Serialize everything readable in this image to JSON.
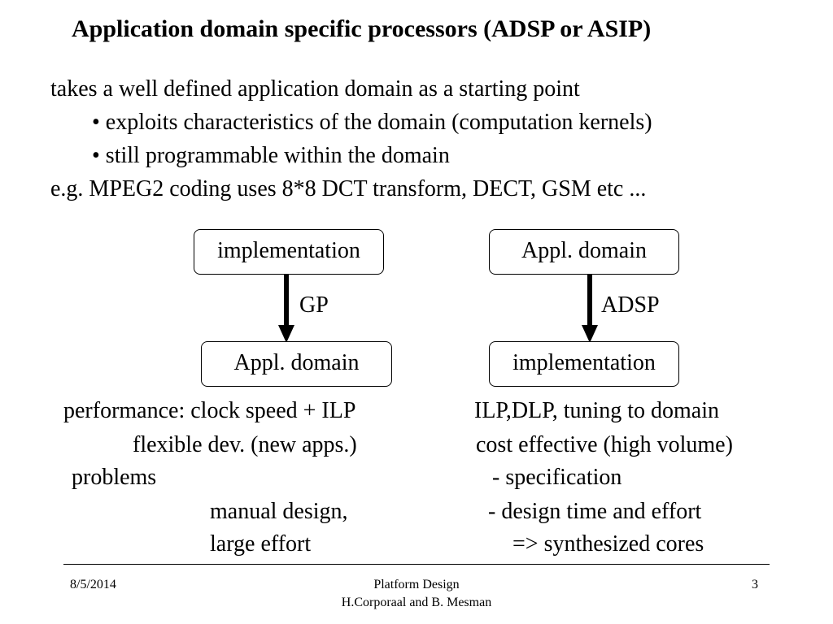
{
  "slide": {
    "title": "Application domain specific processors (ADSP or ASIP)",
    "intro": {
      "line1": "takes a well defined application domain as a starting point",
      "bullet1": "• exploits characteristics of the domain (computation kernels)",
      "bullet2": "• still programmable within the domain",
      "example": "e.g. MPEG2 coding uses 8*8 DCT transform, DECT, GSM etc ..."
    },
    "left_diagram": {
      "top_box": "implementation",
      "arrow_label": "GP",
      "bottom_box": "Appl. domain"
    },
    "right_diagram": {
      "top_box": "Appl. domain",
      "arrow_label": "ADSP",
      "bottom_box": "implementation"
    },
    "left_column": {
      "line1": "performance: clock speed + ILP",
      "line2": "flexible dev. (new apps.)",
      "line3": "problems",
      "line4": "manual design,",
      "line5": "large effort"
    },
    "right_column": {
      "line1": "ILP,DLP, tuning to domain",
      "line2": "cost effective (high volume)",
      "line3": "- specification",
      "line4": "- design time and effort",
      "line5": "=> synthesized cores"
    }
  },
  "footer": {
    "date": "8/5/2014",
    "course": "Platform Design",
    "authors": "H.Corporaal and B. Mesman",
    "page_number": "3"
  }
}
